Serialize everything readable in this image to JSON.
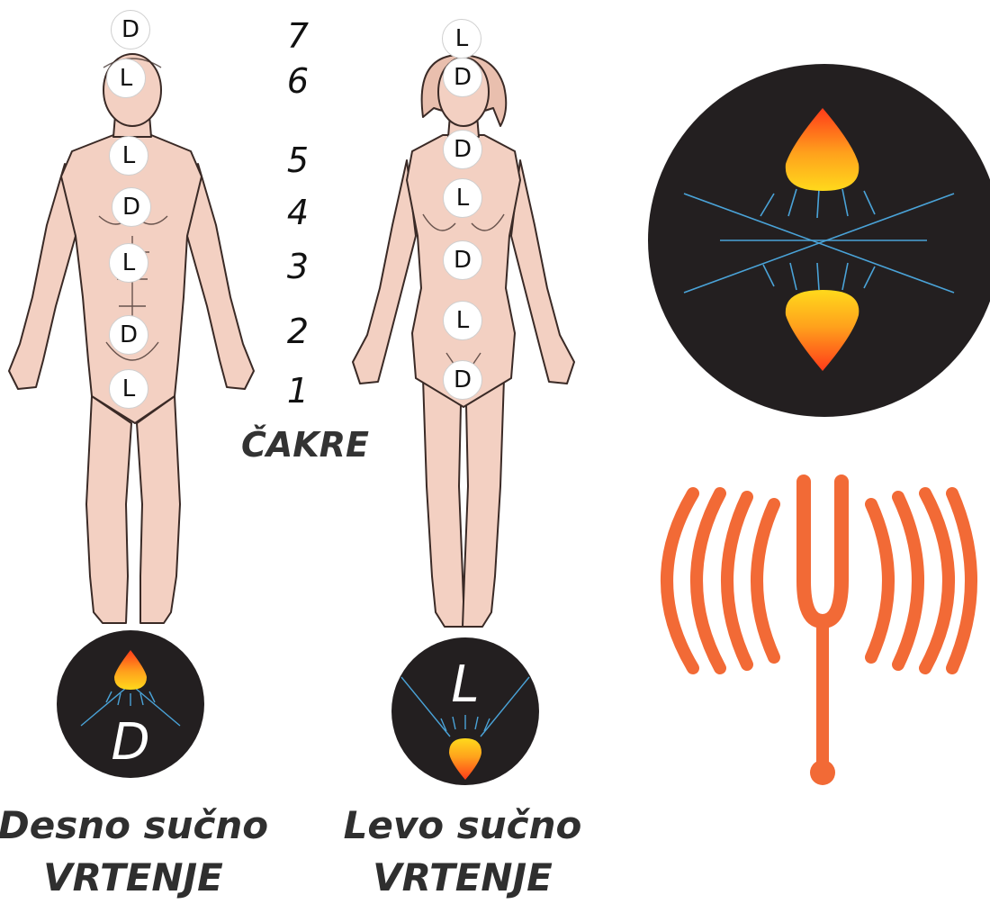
{
  "chakra": {
    "heading": "ČAKRE",
    "numbers": [
      "7",
      "6",
      "5",
      "4",
      "3",
      "2",
      "1"
    ],
    "male_markers": [
      "D",
      "L",
      "L",
      "D",
      "L",
      "D",
      "L"
    ],
    "female_markers": [
      "L",
      "D",
      "D",
      "L",
      "D",
      "L",
      "D"
    ]
  },
  "captions": {
    "right": {
      "line1": "Desno sučno",
      "line2": "VRTENJE",
      "icon_letter": "D"
    },
    "left": {
      "line1": "Levo sučno",
      "line2": "VRTENJE",
      "icon_letter": "L"
    }
  },
  "colors": {
    "skin": "#f3d0c2",
    "outline": "#3a2a26",
    "dark_disc": "#231f20",
    "ray_blue": "#4aa3d8",
    "flame_top": "#ff5a1f",
    "flame_bottom": "#ffd21c",
    "fork_orange": "#f26a36"
  },
  "icons": {
    "large_disc": "chakra-spin-diagram-icon",
    "tuning_fork": "tuning-fork-icon"
  }
}
